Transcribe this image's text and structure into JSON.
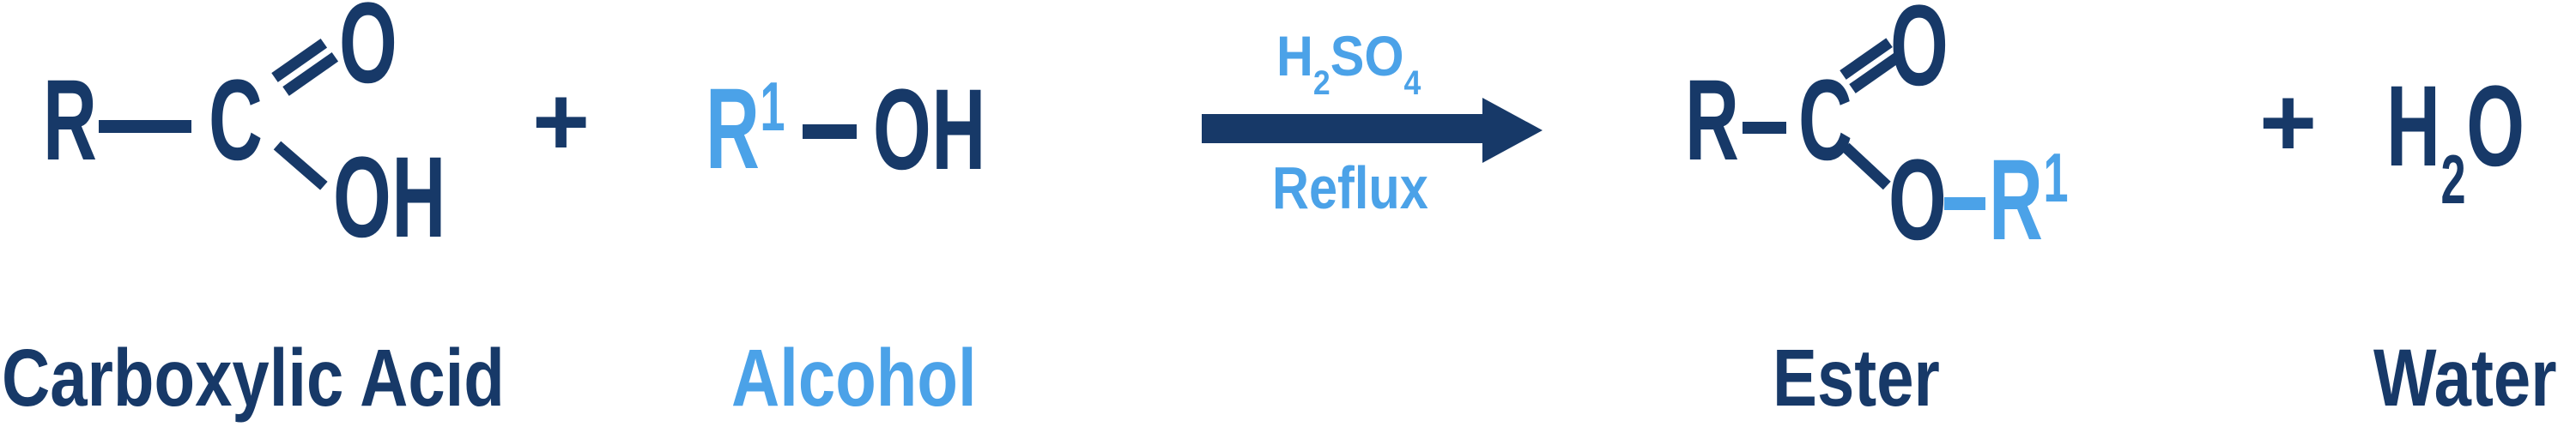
{
  "colors": {
    "navy": "#173968",
    "light_blue": "#4BA2E8"
  },
  "reaction": {
    "reactant1": {
      "r": "R",
      "c": "C",
      "o_top": "O",
      "oh": "OH",
      "label": "Carboxylic Acid"
    },
    "plus1": "+",
    "reactant2": {
      "r": "R",
      "r_sup": "1",
      "oh": "OH",
      "label": "Alcohol"
    },
    "conditions": {
      "catalyst_h": "H",
      "catalyst_sub1": "2",
      "catalyst_so": "SO",
      "catalyst_sub2": "4",
      "below": "Reflux"
    },
    "product1": {
      "r": "R",
      "c": "C",
      "o_top": "O",
      "o_mid": "O",
      "r1": "R",
      "r1_sup": "1",
      "label": "Ester"
    },
    "plus2": "+",
    "product2": {
      "h": "H",
      "sub": "2",
      "o": "O",
      "label": "Water"
    }
  }
}
